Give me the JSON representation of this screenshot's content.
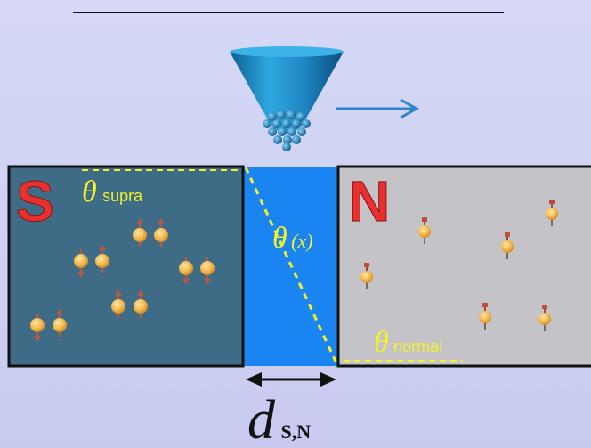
{
  "labels": {
    "s_region": "S",
    "n_region": "N",
    "theta_symbol": "θ",
    "theta_supra_sub": "supra",
    "theta_x_arg": "(x)",
    "theta_normal_sub": "normal",
    "distance_symbol": "d",
    "distance_sub": "S,N"
  },
  "colors": {
    "background": "#d2d4f4",
    "superconductor": "#3e6b86",
    "interface": "#1a84f2",
    "normal_metal": "#c4c4c8",
    "letter_red": "#e8302e",
    "theta_yellow": "#f4f02a",
    "tip_blue": "#1f8ac8",
    "arrow_blue": "#2e86c8"
  },
  "icons": {
    "tip": "stm-tip-icon",
    "scan_arrow": "arrow-right-icon",
    "spin_particle": "electron-spin-icon",
    "double_arrow": "double-arrow-icon"
  }
}
